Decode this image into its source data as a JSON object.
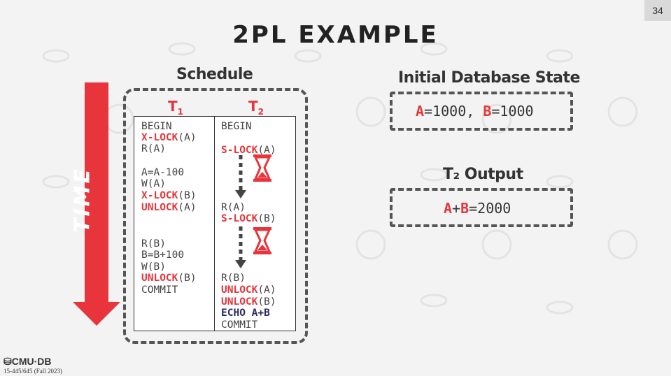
{
  "page_number": "34",
  "title": "2PL EXAMPLE",
  "schedule_label": "Schedule",
  "time_label": "TIME",
  "t1_header": {
    "t": "T",
    "sub": "1"
  },
  "t2_header": {
    "t": "T",
    "sub": "2"
  },
  "t1_ops": [
    {
      "segs": [
        {
          "text": "BEGIN",
          "style": "kw"
        }
      ]
    },
    {
      "segs": [
        {
          "text": "X-LOCK",
          "style": "red"
        },
        {
          "text": "(A)",
          "style": "plain"
        }
      ]
    },
    {
      "segs": [
        {
          "text": "R(A)",
          "style": "plain"
        }
      ]
    },
    {
      "segs": [
        {
          "text": "A=A-100",
          "style": "plain"
        }
      ]
    },
    {
      "segs": [
        {
          "text": "W(A)",
          "style": "plain"
        }
      ]
    },
    {
      "segs": [
        {
          "text": "X-LOCK",
          "style": "red"
        },
        {
          "text": "(B)",
          "style": "plain"
        }
      ]
    },
    {
      "segs": [
        {
          "text": "UNLOCK",
          "style": "red"
        },
        {
          "text": "(A)",
          "style": "plain"
        }
      ]
    },
    {
      "segs": [
        {
          "text": "R(B)",
          "style": "plain"
        }
      ]
    },
    {
      "segs": [
        {
          "text": "B=B+100",
          "style": "plain"
        }
      ]
    },
    {
      "segs": [
        {
          "text": "W(B)",
          "style": "plain"
        }
      ]
    },
    {
      "segs": [
        {
          "text": "UNLOCK",
          "style": "red"
        },
        {
          "text": "(B)",
          "style": "plain"
        }
      ]
    },
    {
      "segs": [
        {
          "text": "COMMIT",
          "style": "kw"
        }
      ]
    }
  ],
  "t2_ops": [
    {
      "segs": [
        {
          "text": "BEGIN",
          "style": "kw"
        }
      ]
    },
    {
      "segs": [
        {
          "text": "S-LOCK",
          "style": "red"
        },
        {
          "text": "(A)",
          "style": "plain"
        }
      ]
    },
    {
      "segs": [
        {
          "text": "R(A)",
          "style": "plain"
        }
      ]
    },
    {
      "segs": [
        {
          "text": "S-LOCK",
          "style": "red"
        },
        {
          "text": "(B)",
          "style": "plain"
        }
      ]
    },
    {
      "segs": [
        {
          "text": "R(B)",
          "style": "plain"
        }
      ]
    },
    {
      "segs": [
        {
          "text": "UNLOCK",
          "style": "red"
        },
        {
          "text": "(A)",
          "style": "plain"
        }
      ]
    },
    {
      "segs": [
        {
          "text": "UNLOCK",
          "style": "red"
        },
        {
          "text": "(B)",
          "style": "plain"
        }
      ]
    },
    {
      "segs": [
        {
          "text": "ECHO A+B",
          "style": "blue"
        }
      ]
    },
    {
      "segs": [
        {
          "text": "COMMIT",
          "style": "kw"
        }
      ]
    }
  ],
  "initial_state_label": "Initial Database State",
  "initial_state": [
    {
      "text": "A",
      "style": "red"
    },
    {
      "text": "=1000, ",
      "style": "plain"
    },
    {
      "text": "B",
      "style": "red"
    },
    {
      "text": "=1000",
      "style": "plain"
    }
  ],
  "output_label": "T₂ Output",
  "output_value": [
    {
      "text": "A",
      "style": "red"
    },
    {
      "text": "+",
      "style": "plain"
    },
    {
      "text": "B",
      "style": "red"
    },
    {
      "text": "=2000",
      "style": "plain"
    }
  ],
  "logo_text": "CMU·DB",
  "course_text": "15-445/645 (Fall 2023)",
  "colors": {
    "accent": "#e8353b",
    "dark": "#2c2a64",
    "text": "#333333"
  },
  "icons": [
    "hourglass-icon",
    "hourglass-icon",
    "dashed-arrow-down",
    "time-arrow",
    "database-logo-icon"
  ]
}
